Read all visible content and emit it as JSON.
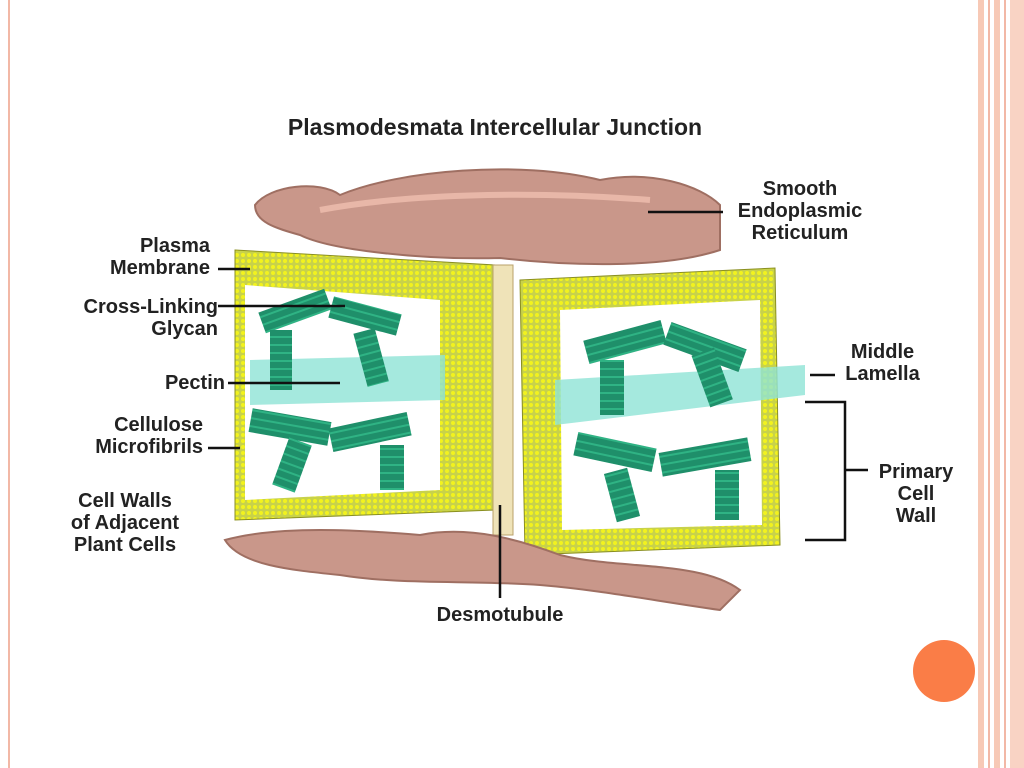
{
  "title": "Plasmodesmata Intercellular Junction",
  "labels": {
    "plasma_membrane": [
      "Plasma",
      "Membrane"
    ],
    "cross_linking": [
      "Cross-Linking",
      "Glycan"
    ],
    "pectin": "Pectin",
    "cellulose": [
      "Cellulose",
      "Microfibrils"
    ],
    "cell_walls": [
      "Cell Walls",
      "of Adjacent",
      "Plant Cells"
    ],
    "smooth_er": [
      "Smooth",
      "Endoplasmic",
      "Reticulum"
    ],
    "middle_lamella": [
      "Middle",
      "Lamella"
    ],
    "primary_cell_wall": [
      "Primary",
      "Cell",
      "Wall"
    ],
    "desmotubule": "Desmotubule"
  },
  "colors": {
    "accent_circle": "#fa7d47",
    "membrane_yellow": "#d8dc2a",
    "fibril_green": "#1f8f6a",
    "er_tan": "#c9978a",
    "lamella_cyan": "#8fe3d6"
  }
}
